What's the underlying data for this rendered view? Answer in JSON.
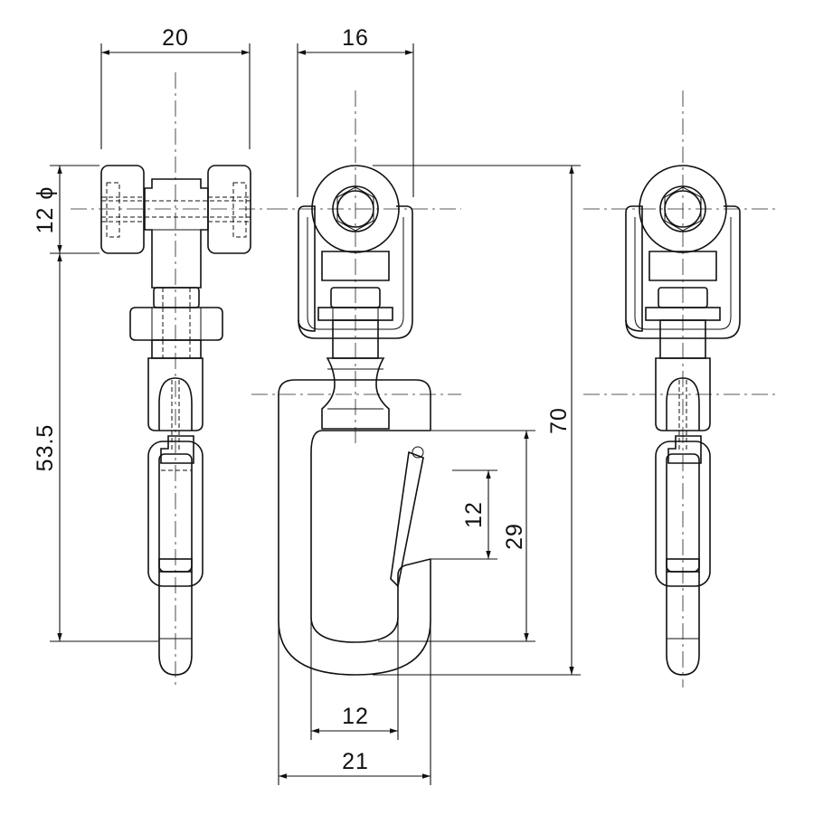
{
  "drawing": {
    "dimensions": {
      "top_width_side": "20",
      "top_width_front": "16",
      "wheel_diameter": "12 ϕ",
      "height_side": "53.5",
      "overall_height": "70",
      "hook_opening": "12",
      "hook_inner_length": "29",
      "hook_inner_width": "12",
      "hook_outer_width": "21"
    }
  }
}
